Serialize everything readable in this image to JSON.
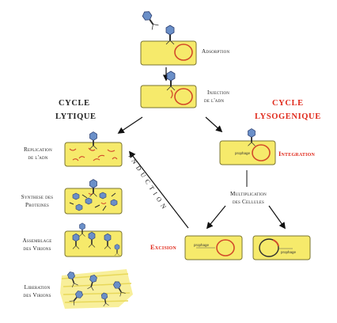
{
  "diagram": {
    "top": {
      "adsorption": "Adsorption",
      "injection": [
        "Injection",
        "de l'adn"
      ]
    },
    "lytic": {
      "title": [
        "CYCLE",
        "LYTIQUE"
      ],
      "steps": [
        [
          "Replication",
          "de l'adn"
        ],
        [
          "Synthese des",
          "Proteines"
        ],
        [
          "Assemblage",
          "des Virions"
        ],
        [
          "Liberation",
          "des Virions"
        ]
      ]
    },
    "lysogenic": {
      "title": [
        "CYCLE",
        "LYSOGENIQUE"
      ],
      "integration": "Integration",
      "multiplication": [
        "Multiplication",
        "des Cellules"
      ],
      "excision": "Excision",
      "prophage_labels": [
        "prophage",
        "prophage",
        "prophage"
      ]
    },
    "induction": "INDUCTION",
    "colors": {
      "cell_fill": "#f6ea6b",
      "cell_border": "#7a7430",
      "dna_ring": "#d24a2a",
      "accent_red": "#e0291b"
    }
  }
}
